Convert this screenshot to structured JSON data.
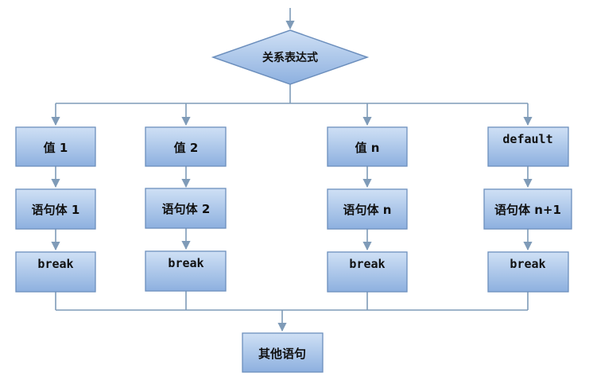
{
  "diagram": {
    "decision": "关系表达式",
    "cases": [
      {
        "value": "值 1",
        "body": "语句体 1",
        "break": "break"
      },
      {
        "value": "值 2",
        "body": "语句体 2",
        "break": "break"
      },
      {
        "value": "值 n",
        "body": "语句体 n",
        "break": "break"
      },
      {
        "value": "default",
        "body": "语句体 n+1",
        "break": "break"
      }
    ],
    "end": "其他语句"
  },
  "colors": {
    "box_fill_top": "#c9dcf3",
    "box_fill_bottom": "#8fb1de",
    "box_stroke": "#6c8fbd",
    "line": "#7f9bb8"
  }
}
